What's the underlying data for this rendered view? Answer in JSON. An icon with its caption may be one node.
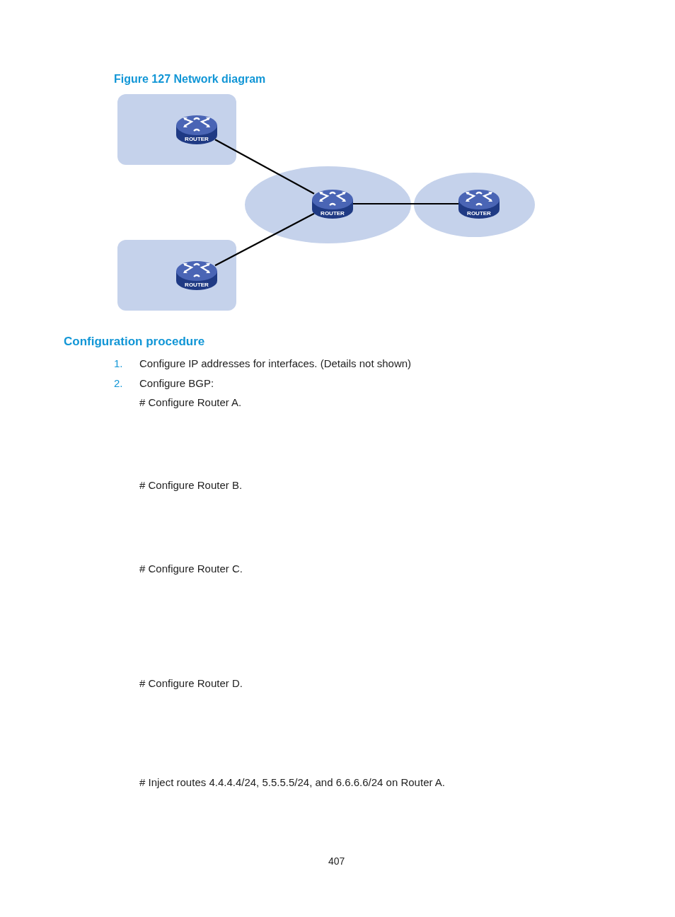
{
  "diagram": {
    "title": "Figure 127 Network diagram",
    "nodes": [
      {
        "text": [],
        "shape": "box"
      },
      {
        "text": [
          "ROUTER"
        ],
        "in": 0
      },
      {
        "text": [],
        "shape": "ellipse"
      },
      {
        "text": [
          "ROUTER"
        ],
        "in": 2
      },
      {
        "text": [],
        "shape": "ellipse"
      },
      {
        "text": [
          "ROUTER"
        ],
        "in": 4
      },
      {
        "text": [],
        "shape": "box"
      },
      {
        "text": [
          "ROUTER"
        ],
        "in": 6
      }
    ],
    "edges": [
      {
        "from": 1,
        "to": 3,
        "arrow": "none"
      },
      {
        "from": 7,
        "to": 3,
        "arrow": "none"
      },
      {
        "from": 3,
        "to": 5,
        "arrow": "none"
      }
    ],
    "labels": [
      "Configuration procedure",
      "1.",
      "Configure IP addresses for interfaces. (Details not shown)",
      "2.",
      "Configure BGP:",
      "# Configure Router A.",
      "# Configure Router B.",
      "# Configure Router C.",
      "# Configure Router D.",
      "# Inject routes 4.4.4.4/24, 5.5.5.5/24, and 6.6.6.6/24 on Router A.",
      "407"
    ]
  }
}
